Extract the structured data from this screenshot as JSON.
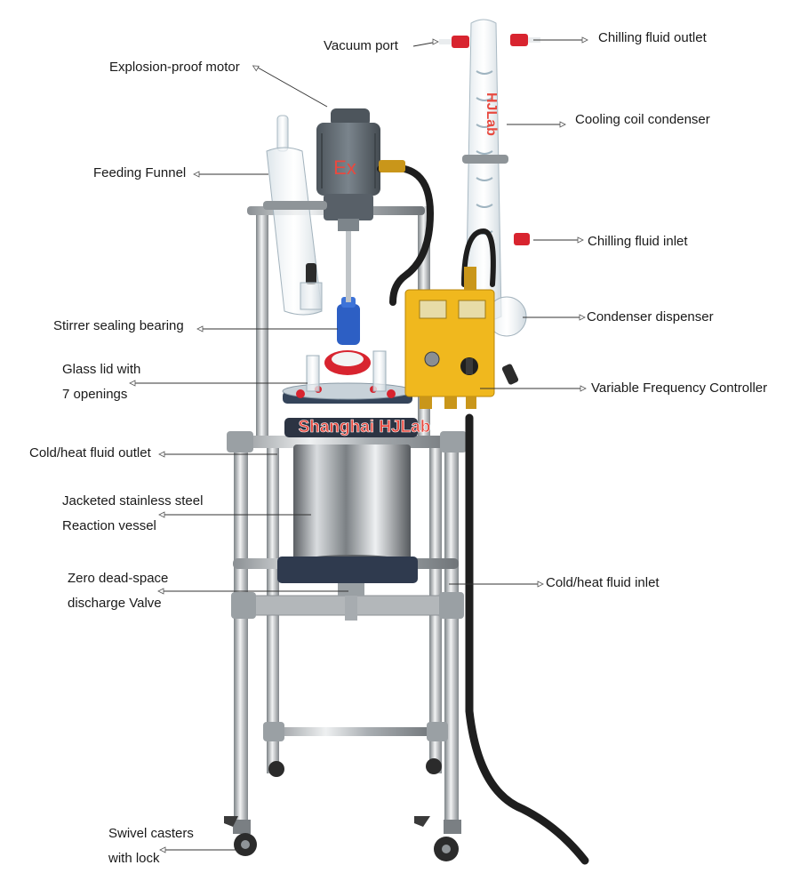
{
  "labels": {
    "vacuum_port": "Vacuum port",
    "chilling_outlet": "Chilling fluid outlet",
    "motor": "Explosion-proof motor",
    "coil_condenser": "Cooling coil condenser",
    "feeding_funnel": "Feeding Funnel",
    "chilling_inlet": "Chilling fluid inlet",
    "condenser_dispenser": "Condenser dispenser",
    "stirrer_bearing": "Stirrer sealing bearing",
    "glass_lid_line1": "Glass lid with",
    "glass_lid_line2": "7 openings",
    "vfc": "Variable Frequency Controller",
    "cold_heat_outlet": "Cold/heat fluid outlet",
    "vessel_line1": "Jacketed stainless steel",
    "vessel_line2": "Reaction vessel",
    "valve_line1": "Zero dead-space",
    "valve_line2": "discharge Valve",
    "cold_heat_inlet": "Cold/heat fluid inlet",
    "casters_line1": "Swivel casters",
    "casters_line2": "with lock"
  },
  "watermark": "Shanghai HJLab",
  "motor_marking": "Ex",
  "condenser_brand": "HJLab",
  "colors": {
    "frame": "#b9bdc0",
    "motor": "#5f6870",
    "controller": "#f0b81e",
    "fitting_red": "#d8242f",
    "bearing_blue": "#2d5fc4",
    "hose": "#1e1e1e",
    "watermark": "#e8493f",
    "leader": "#333333"
  }
}
